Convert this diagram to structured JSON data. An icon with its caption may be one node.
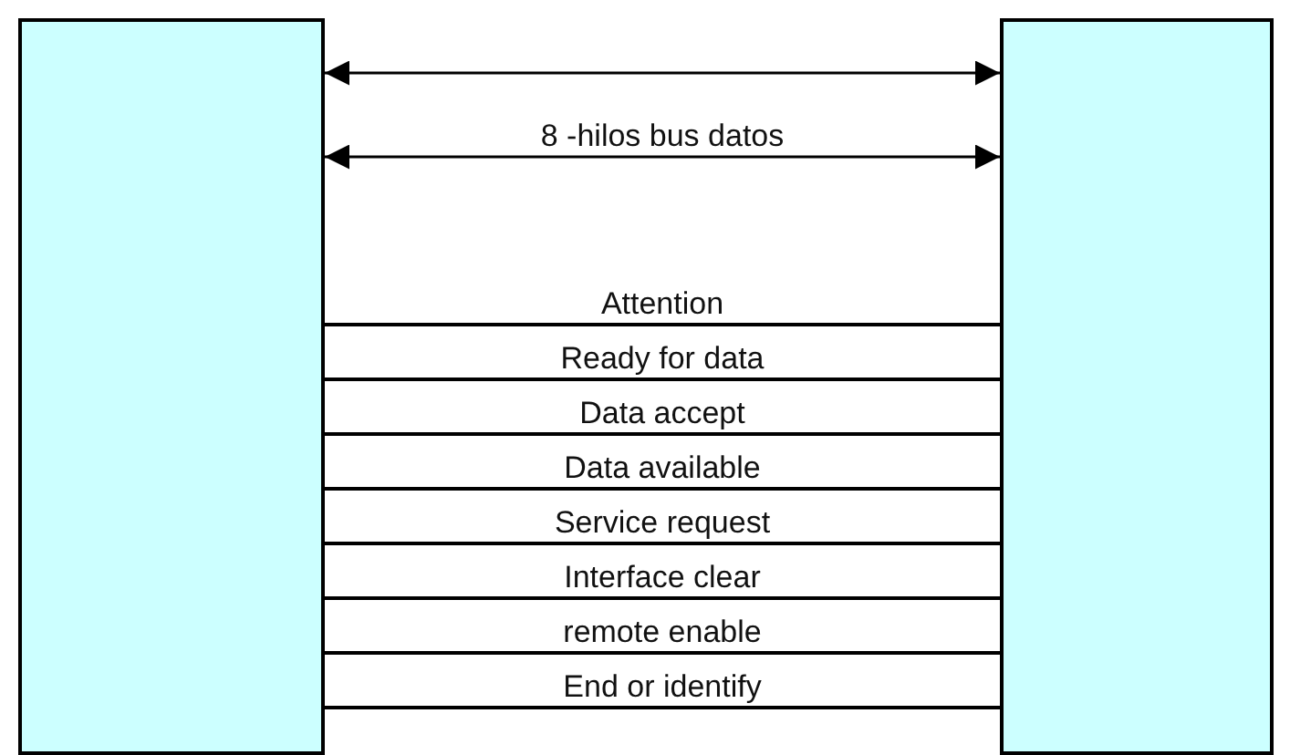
{
  "diagram": {
    "nodes": [
      {
        "text": [],
        "shape": "box"
      },
      {
        "text": [],
        "shape": "box"
      }
    ],
    "edges": [
      {
        "from": 0,
        "to": 1,
        "arrow": "both"
      },
      {
        "from": 0,
        "to": 1,
        "arrow": "both",
        "label": "8 -hilos bus datos"
      },
      {
        "from": 0,
        "to": 1,
        "arrow": "none",
        "label": "Attention"
      },
      {
        "from": 0,
        "to": 1,
        "arrow": "none",
        "label": "Ready for data"
      },
      {
        "from": 0,
        "to": 1,
        "arrow": "none",
        "label": "Data accept"
      },
      {
        "from": 0,
        "to": 1,
        "arrow": "none",
        "label": "Data available"
      },
      {
        "from": 0,
        "to": 1,
        "arrow": "none",
        "label": "Service request"
      },
      {
        "from": 0,
        "to": 1,
        "arrow": "none",
        "label": "Interface clear"
      },
      {
        "from": 0,
        "to": 1,
        "arrow": "none",
        "label": "remote enable"
      },
      {
        "from": 0,
        "to": 1,
        "arrow": "none",
        "label": "End or identify"
      }
    ]
  }
}
